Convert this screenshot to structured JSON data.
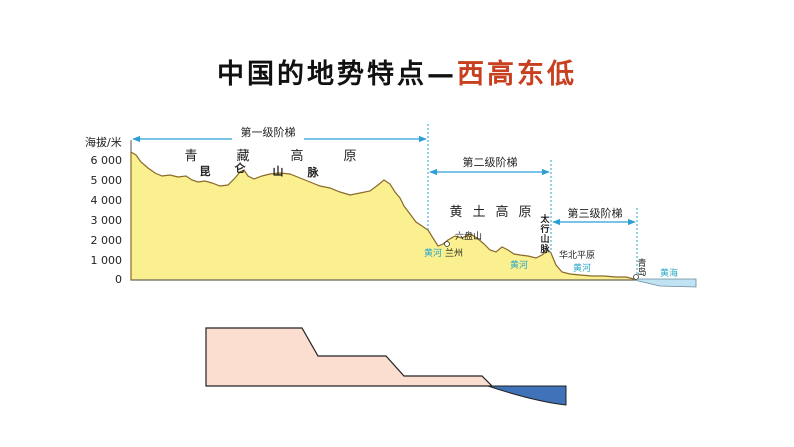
{
  "title": {
    "main": "中国的地势特点—",
    "emphasis": "西高东低"
  },
  "profile": {
    "y_axis_label": "海拔/米",
    "y_ticks": [
      "6 000",
      "5 000",
      "4 000",
      "3 000",
      "2 000",
      "1 000",
      "0"
    ],
    "steps": {
      "first": "第一级阶梯",
      "second": "第二级阶梯",
      "third": "第三级阶梯"
    },
    "plateau_qingzang": [
      "青",
      "藏",
      "高",
      "原"
    ],
    "mountain_kunlun": [
      "昆",
      "仑",
      "山",
      "脉"
    ],
    "plateau_huangtu": [
      "黄",
      "土",
      "高",
      "原"
    ],
    "liupanshan": "六盘山",
    "taihang": [
      "太",
      "行",
      "山",
      "脉"
    ],
    "huabei": "华北平原",
    "qingdao": [
      "青",
      "岛"
    ],
    "huanghai": "黄海",
    "huanghe_1": "黄河",
    "lanzhou": "兰州",
    "huanghe_2": "黄河",
    "huanghe_3": "黄河"
  },
  "colors": {
    "land": "#fbf08f",
    "outline": "#8a6a2a",
    "arrow": "#2b9fd6",
    "sea": "#bfe3f2",
    "river_text": "#2aa6c8",
    "schematic_land": "#fbded0",
    "schematic_sea": "#3f72b8",
    "title_emphasis": "#c8401f"
  }
}
